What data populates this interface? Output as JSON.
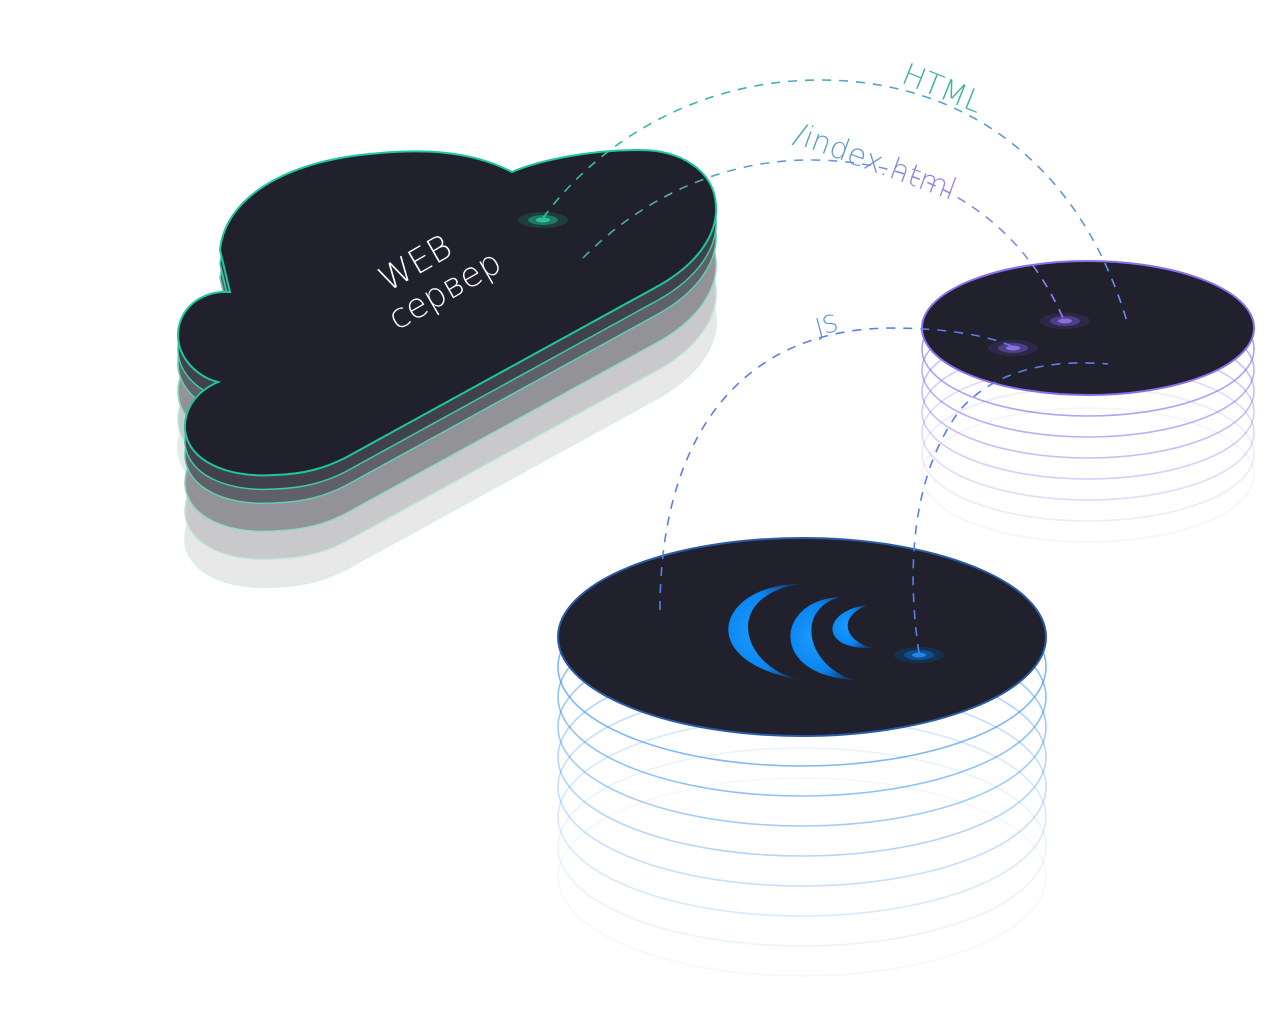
{
  "web_server": {
    "label_line1": "WEB",
    "label_line2": "сервер",
    "accent": "#1fc4a0"
  },
  "connections": {
    "html_label": "HTML",
    "index_label": "/index.html",
    "js_label": "JS",
    "html_color": "#3fb3a0",
    "index_color": "#8a7fe8",
    "js_color": "#4a8df0"
  },
  "disks": {
    "client_accent": "#8b6cf0",
    "browser_accent": "#2f8bf0",
    "browser_icon": "crescent-waves-icon"
  }
}
